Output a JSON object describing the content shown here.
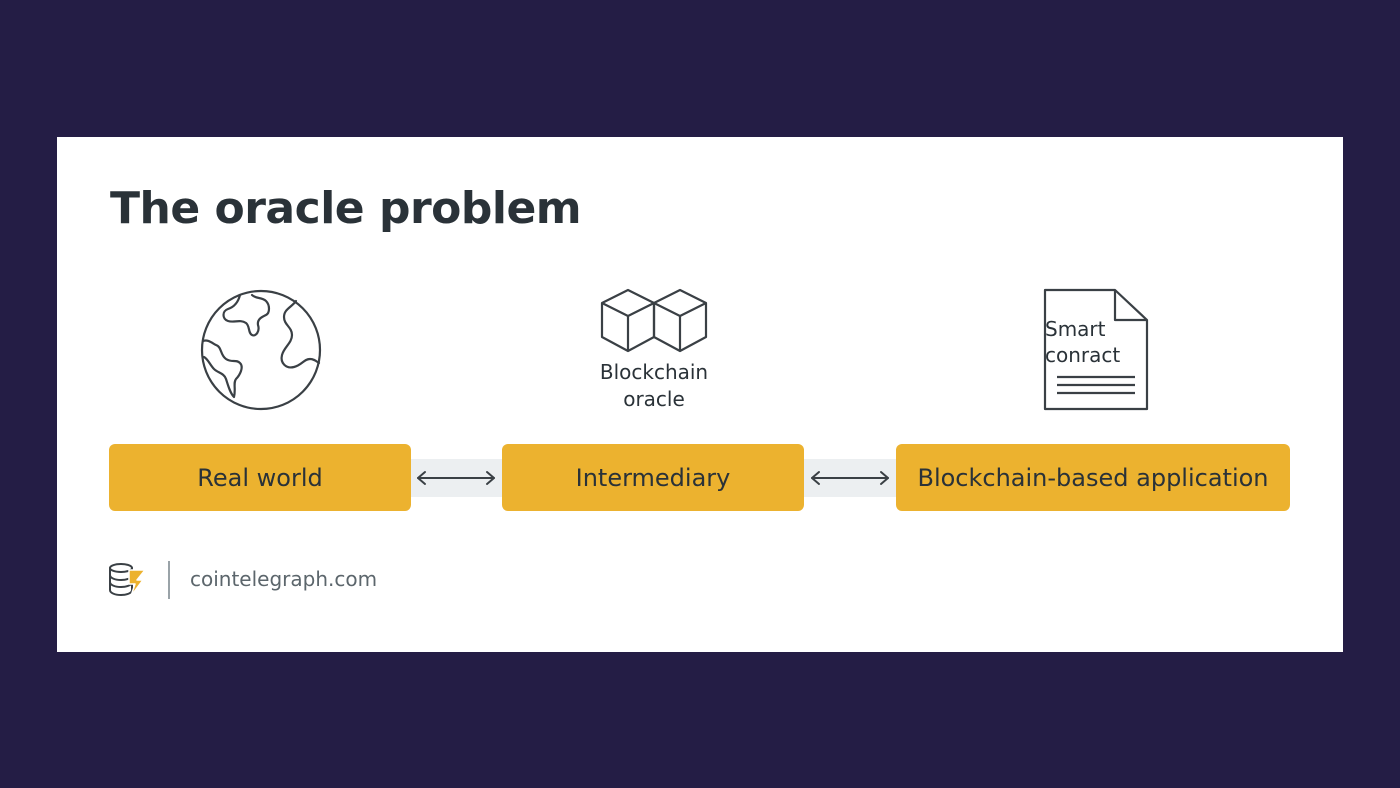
{
  "title": "The oracle problem",
  "icons": {
    "globe": "globe-icon",
    "cubes": "blockchain-cubes-icon",
    "document": "document-icon",
    "logo": "cointelegraph-logo",
    "arrow": "double-headed-arrow-icon"
  },
  "captions": {
    "oracle_line1": "Blockchain",
    "oracle_line2": "oracle",
    "contract_line1": "Smart",
    "contract_line2": "conract"
  },
  "boxes": {
    "real_world": "Real world",
    "intermediary": "Intermediary",
    "application": "Blockchain-based application"
  },
  "footer": {
    "url": "cointelegraph.com"
  },
  "colors": {
    "background": "#241d45",
    "card": "#ffffff",
    "accent": "#ecb22f",
    "text": "#2a3238",
    "connector": "#eceff1"
  }
}
